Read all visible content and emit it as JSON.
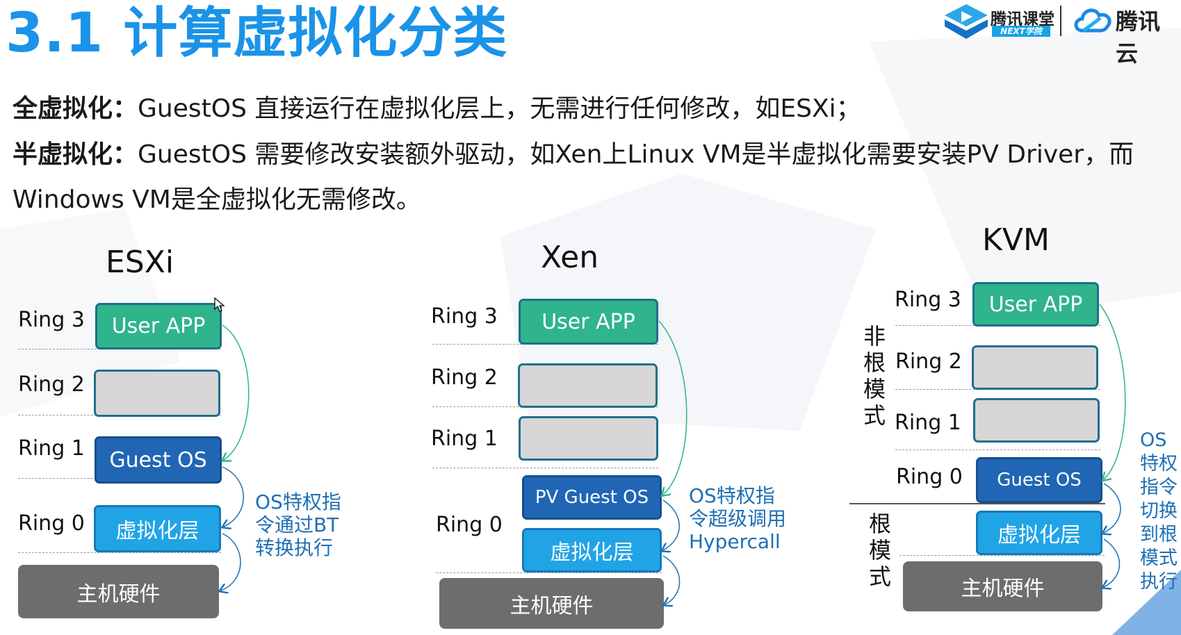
{
  "title": "3.1 计算虚拟化分类",
  "logos": {
    "ketang": "腾讯课堂",
    "next": "NEXT学院",
    "cloud": "腾讯云"
  },
  "paragraphs": {
    "full_label": "全虚拟化：",
    "full_text": "GuestOS 直接运行在虚拟化层上，无需进行任何修改，如ESXi；",
    "para_label": "半虚拟化：",
    "para_text1": "GuestOS 需要修改安装额外驱动，如Xen上Linux VM是半虚拟化需要安装PV Driver，而",
    "para_text2": "Windows VM是全虚拟化无需修改。"
  },
  "esxi": {
    "title": "ESXi",
    "rings": [
      "Ring 3",
      "Ring 2",
      "Ring 1",
      "Ring 0"
    ],
    "boxes": {
      "user_app": "User APP",
      "guest_os": "Guest OS",
      "virt_layer": "虚拟化层",
      "hardware": "主机硬件"
    },
    "note": [
      "OS特权指",
      "令通过BT",
      "转换执行"
    ]
  },
  "xen": {
    "title": "Xen",
    "rings": [
      "Ring 3",
      "Ring 2",
      "Ring 1",
      "Ring 0"
    ],
    "boxes": {
      "user_app": "User APP",
      "pv_guest_os": "PV Guest OS",
      "virt_layer": "虚拟化层",
      "hardware": "主机硬件"
    },
    "note": [
      "OS特权指",
      "令超级调用",
      "Hypercall"
    ]
  },
  "kvm": {
    "title": "KVM",
    "rings": [
      "Ring 3",
      "Ring 2",
      "Ring 1",
      "Ring 0"
    ],
    "non_root": [
      "非",
      "根",
      "模",
      "式"
    ],
    "root": [
      "根",
      "模",
      "式"
    ],
    "boxes": {
      "user_app": "User APP",
      "guest_os": "Guest OS",
      "virt_layer": "虚拟化层",
      "hardware": "主机硬件"
    },
    "note": [
      "OS",
      "特权",
      "指令",
      "切换",
      "到根",
      "模式",
      "执行"
    ]
  },
  "colors": {
    "title_blue": "#1a93e8",
    "user_app_green": "#2fb48b",
    "guest_os_blue": "#2166b4",
    "virt_layer_cyan": "#21a4e6",
    "hardware_gray": "#6d6d6d",
    "note_blue": "#1e6fb3"
  }
}
